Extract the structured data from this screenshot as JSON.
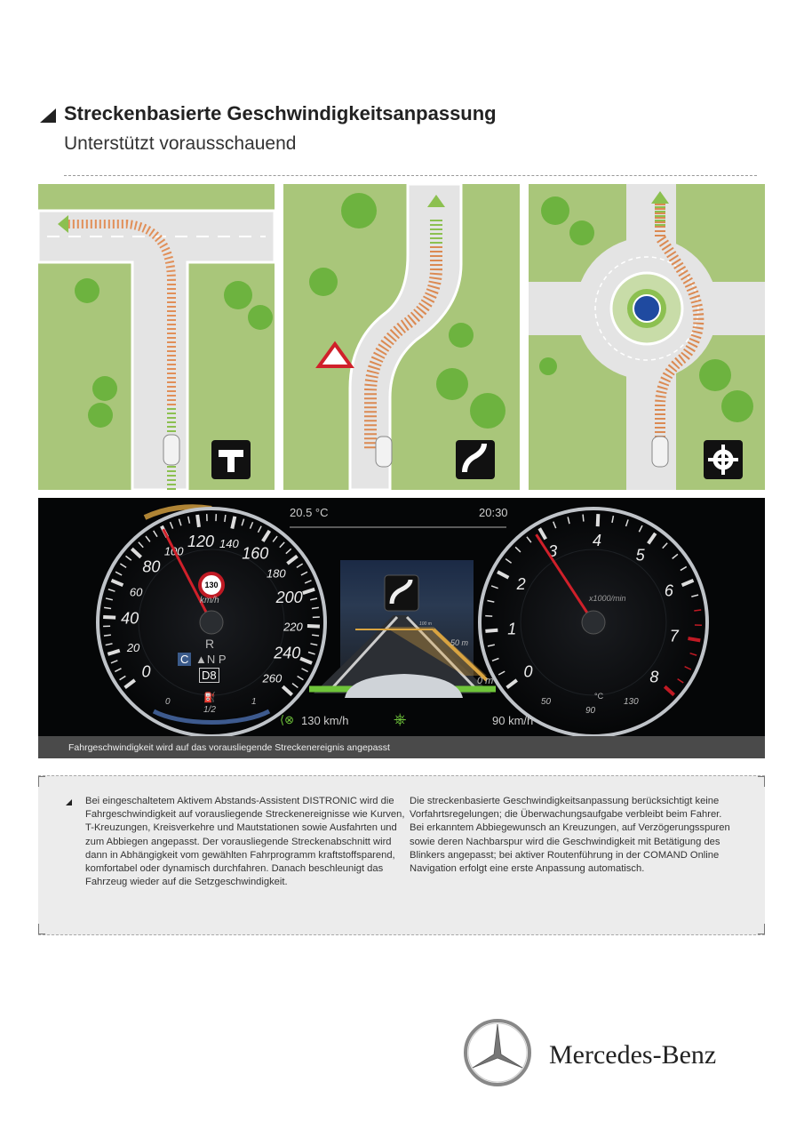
{
  "header": {
    "title": "Streckenbasierte Geschwindigkeitsanpassung",
    "subtitle": "Unterstützt vorausschauend"
  },
  "panels": [
    {
      "name": "t-junction",
      "icon": "t-junction-icon"
    },
    {
      "name": "curve",
      "icon": "curve-icon"
    },
    {
      "name": "roundabout",
      "icon": "roundabout-icon"
    }
  ],
  "cluster": {
    "temperature": "20.5 °C",
    "time": "20:30",
    "speed_labels": [
      "0",
      "20",
      "40",
      "60",
      "80",
      "100",
      "120",
      "140",
      "160",
      "180",
      "200",
      "220",
      "240",
      "260"
    ],
    "speed_value": 100,
    "speed_unit": "km/h",
    "speed_limit_sign": "130",
    "rpm_labels": [
      "0",
      "1",
      "2",
      "3",
      "4",
      "5",
      "6",
      "7",
      "8"
    ],
    "rpm_value": 2.9,
    "rpm_unit": "x1000/min",
    "gear": {
      "r": "R",
      "c": "C",
      "np": "▲N P",
      "d": "D8"
    },
    "fuel": {
      "min": "0",
      "max": "1",
      "mid": "1/2",
      "level": 0.5
    },
    "coolant": {
      "min": "50",
      "max": "130",
      "mid": "90",
      "unit": "°C"
    },
    "distances": {
      "far": "100 m",
      "mid": "50 m",
      "near": "0 m"
    },
    "set_speed": "130 km/h",
    "current_limit": "90 km/h",
    "colors": {
      "needle": "#d0202a",
      "amber": "#d9a441",
      "green": "#6fc43a"
    }
  },
  "caption": "Fahrgeschwindigkeit wird auf das vorausliegende Streckenereignis angepasst",
  "text": {
    "col1": "Bei eingeschaltetem Aktivem Abstands-Assistent DISTRONIC wird die Fahrgeschwindigkeit auf vorausliegende Strecken­ereignisse wie Kurven, T-Kreuzungen, Kreisverkehre und Maut­stationen sowie Ausfahrten und zum Abbiegen angepasst. Der vorausliegende Streckenabschnitt wird dann in Abhängig­keit vom gewählten Fahrprogramm kraftstoffsparend, komfor­tabel oder dynamisch durchfahren. Danach beschleunigt das Fahrzeug wieder auf die Setzgeschwindigkeit.",
    "col2": "Die streckenbasierte Geschwindigkeitsanpassung berück­sichtigt keine Vorfahrtsregelungen; die Überwachungsaufgabe verbleibt beim Fahrer.\nBei erkanntem Abbiegewunsch an Kreuzungen, auf Verzöger­ungsspuren sowie deren Nachbarspur wird die Geschwindigkeit mit Betätigung des Blinkers angepasst; bei aktiver Routen­führung in der COMAND Online Navigation erfolgt eine erste Anpassung automatisch."
  },
  "brand": {
    "name": "Mercedes-Benz"
  }
}
